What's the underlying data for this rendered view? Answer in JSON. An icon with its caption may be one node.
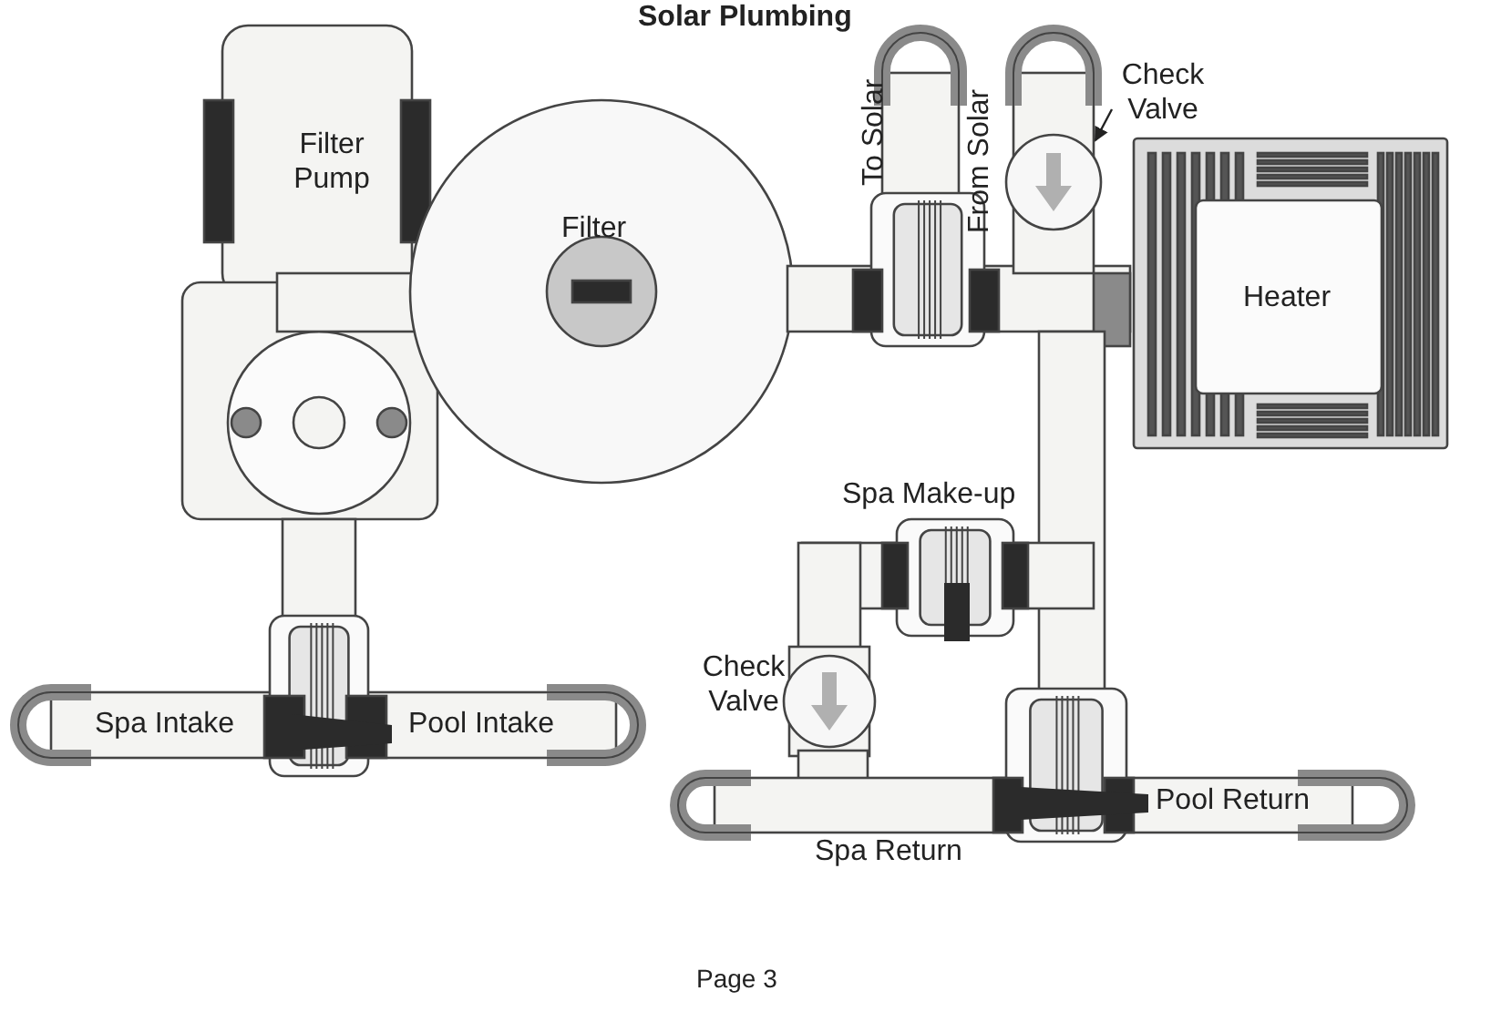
{
  "diagram": {
    "title": "Solar Plumbing",
    "caption": "Page 3",
    "nodes": [
      {
        "text": [
          "Check Valve"
        ]
      },
      {
        "text": [],
        "shape": "circle"
      }
    ],
    "edges": [
      {
        "from": 0,
        "to": 1,
        "arrow": "to"
      }
    ],
    "labels": [
      "Filter Pump",
      "To Solar",
      "From Solar",
      "Filter",
      "Heater",
      "Spa Make-up",
      "Check Valve",
      "Spa Intake",
      "Pool Intake",
      "Pool Return",
      "Spa Return"
    ]
  }
}
